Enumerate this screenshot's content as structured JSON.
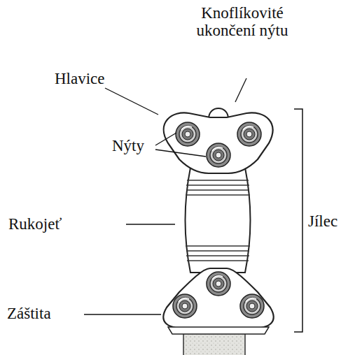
{
  "diagram": {
    "labels": [
      "Knoflíkovité ukončení nýtu",
      "Hlavice",
      "Nýty",
      "Rukojeť",
      "Jílec",
      "Záštita"
    ]
  }
}
